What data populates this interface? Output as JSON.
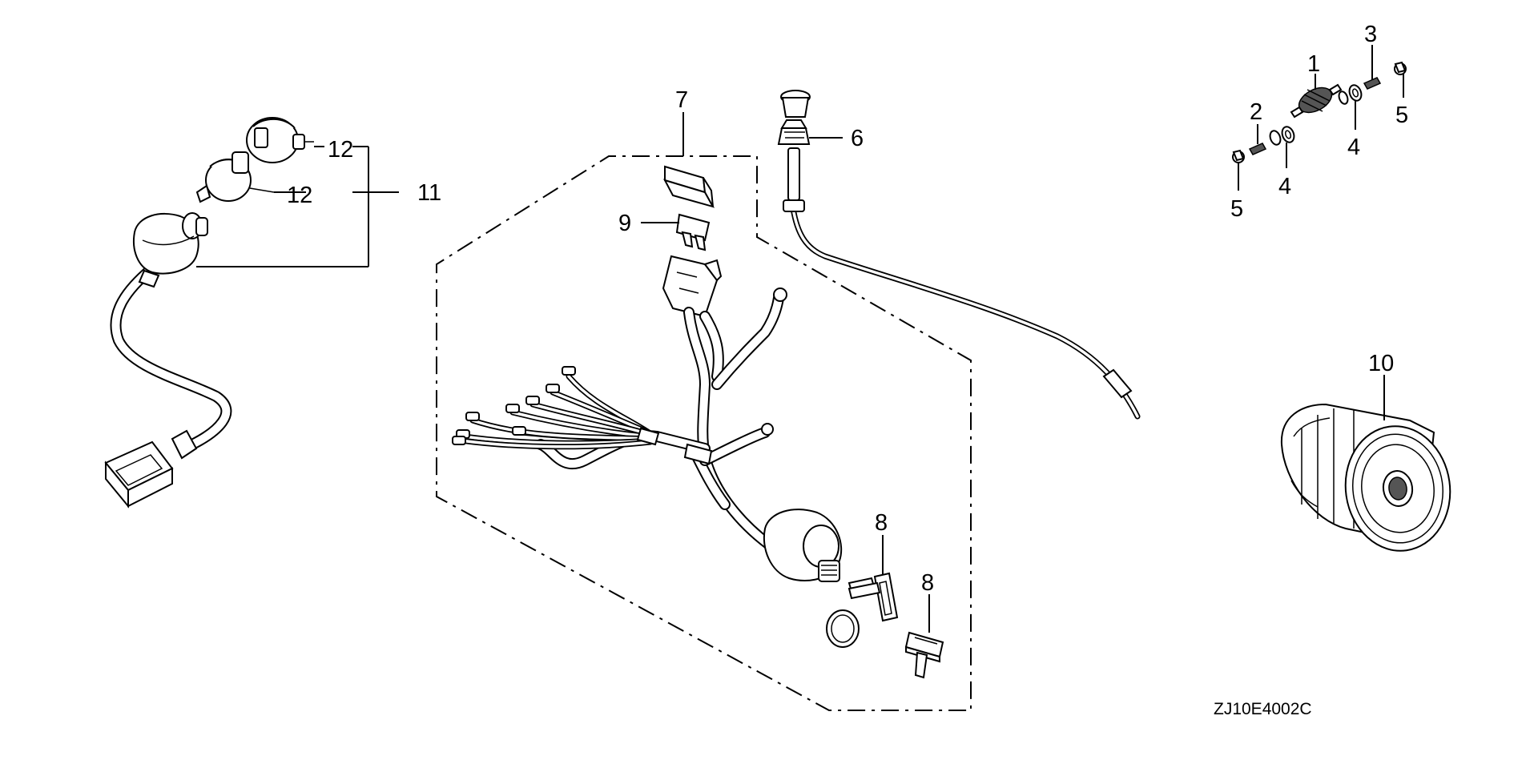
{
  "callouts": {
    "c1": "1",
    "c2": "2",
    "c3": "3",
    "c4a": "4",
    "c4b": "4",
    "c5a": "5",
    "c5b": "5",
    "c6": "6",
    "c7": "7",
    "c8a": "8",
    "c8b": "8",
    "c9": "9",
    "c10": "10",
    "c11": "11",
    "c12a": "12",
    "c12b": "12"
  },
  "diagram_code": "ZJ10E4002C"
}
